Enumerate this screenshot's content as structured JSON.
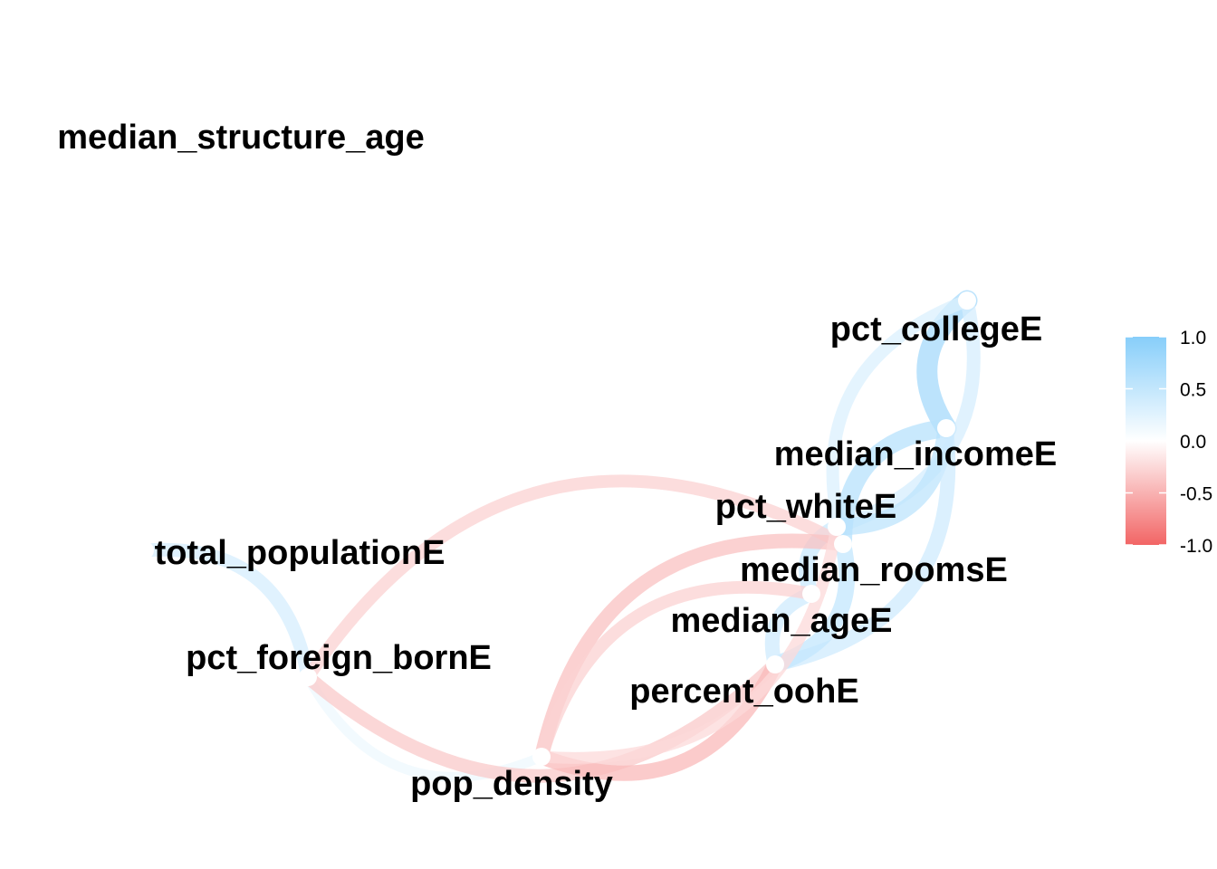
{
  "chart_data": {
    "type": "network",
    "nodes": [
      "median_structure_age",
      "pct_collegeE",
      "median_incomeE",
      "pct_whiteE",
      "total_populationE",
      "median_roomsE",
      "median_ageE",
      "pct_foreign_bornE",
      "percent_oohE",
      "pop_density"
    ],
    "edges": [
      {
        "source": "pct_collegeE",
        "target": "median_incomeE",
        "r": 0.75
      },
      {
        "source": "pct_collegeE",
        "target": "pct_whiteE",
        "r": 0.35
      },
      {
        "source": "pct_collegeE",
        "target": "median_roomsE",
        "r": 0.3
      },
      {
        "source": "median_incomeE",
        "target": "pct_whiteE",
        "r": 0.55
      },
      {
        "source": "median_incomeE",
        "target": "median_roomsE",
        "r": 0.6
      },
      {
        "source": "median_incomeE",
        "target": "percent_oohE",
        "r": 0.4
      },
      {
        "source": "pct_whiteE",
        "target": "median_ageE",
        "r": 0.45
      },
      {
        "source": "median_roomsE",
        "target": "percent_oohE",
        "r": 0.5
      },
      {
        "source": "median_ageE",
        "target": "percent_oohE",
        "r": 0.4
      },
      {
        "source": "total_populationE",
        "target": "pct_foreign_bornE",
        "r": 0.35
      },
      {
        "source": "pct_foreign_bornE",
        "target": "pop_density",
        "r": 0.15
      },
      {
        "source": "pct_foreign_bornE",
        "target": "median_roomsE",
        "r": -0.3
      },
      {
        "source": "pct_foreign_bornE",
        "target": "percent_oohE",
        "r": -0.35
      },
      {
        "source": "pop_density",
        "target": "median_roomsE",
        "r": -0.4
      },
      {
        "source": "pop_density",
        "target": "percent_oohE",
        "r": -0.45
      },
      {
        "source": "pop_density",
        "target": "median_ageE",
        "r": -0.3
      },
      {
        "source": "pop_density",
        "target": "pct_whiteE",
        "r": -0.25
      }
    ],
    "legend": {
      "ticks": [
        "1.0",
        "0.5",
        "0.0",
        "-0.5",
        "-1.0"
      ],
      "range": [
        -1,
        1
      ],
      "colors": {
        "positive": "#87CEFA",
        "zero": "#FFFFFF",
        "negative": "#F26565"
      },
      "placement": "right"
    }
  }
}
